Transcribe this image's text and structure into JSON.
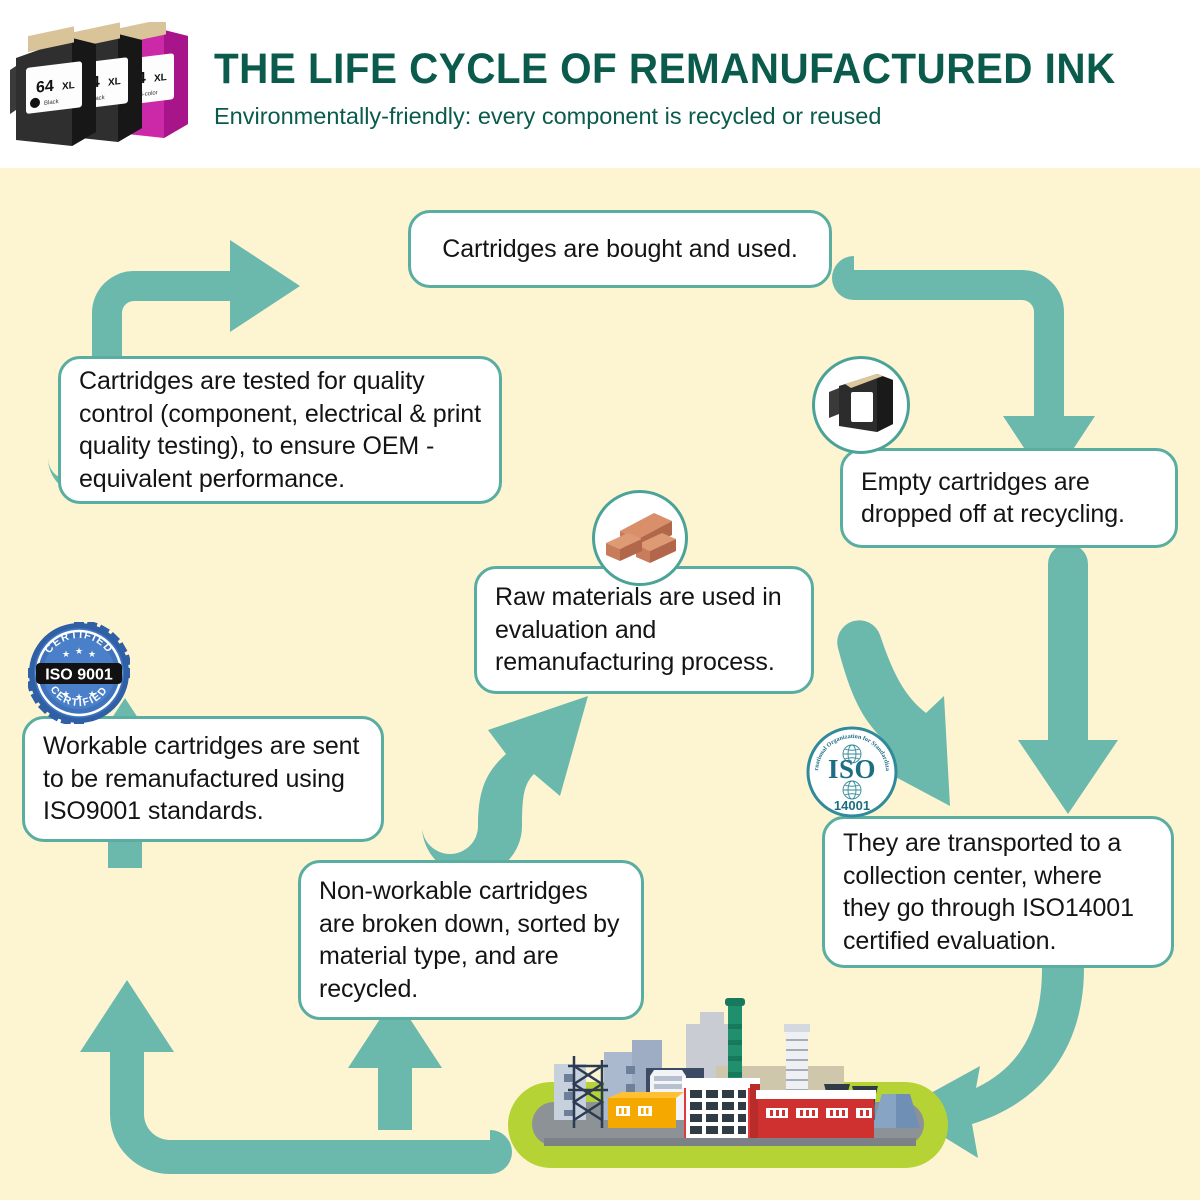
{
  "header": {
    "title": "THE LIFE CYCLE OF REMANUFACTURED INK",
    "subtitle": "Environmentally-friendly: every component is recycled or reused",
    "title_color": "#0b5b4d",
    "cartridges": [
      {
        "model": "64XL",
        "variant": "Black",
        "body_color": "#2b2b2b"
      },
      {
        "model": "64XL",
        "variant": "Black",
        "body_color": "#2b2b2b"
      },
      {
        "model": "64XL",
        "variant": "Tri-color",
        "body_color": "#cc29a8"
      }
    ]
  },
  "theme": {
    "background": "#fdf4d2",
    "accent": "#6bb8ad",
    "box_border": "#5aada1",
    "box_fill": "#ffffff",
    "text": "#141414"
  },
  "steps": {
    "bought": "Cartridges are bought and used.",
    "dropped": "Empty cartridges are dropped off at recycling.",
    "transport": "They are transported to a collection center, where they go through ISO14001 certified evaluation.",
    "nonworkable": "Non-workable cartridges are broken down, sorted by material type, and are recycled.",
    "raw": "Raw materials are used in evaluation and remanufacturing process.",
    "workable": "Workable cartridges are sent to be remanufactured using ISO9001 standards.",
    "tested": "Cartridges are tested for quality control (component, electrical & print quality testing), to ensure OEM - equivalent performance."
  },
  "badges": {
    "iso9001": {
      "label": "ISO 9001",
      "top_text": "CERTIFIED",
      "bottom_text": "CERTIFIED",
      "color": "#3a72b8"
    },
    "iso14001": {
      "label": "ISO",
      "number": "14001",
      "ring_text": "International Organization for Standardization",
      "color": "#1d6e82"
    }
  },
  "icons": {
    "empty_cartridge": "ink-cartridge-icon",
    "bricks": "bricks-icon",
    "factory": "factory-illustration"
  }
}
